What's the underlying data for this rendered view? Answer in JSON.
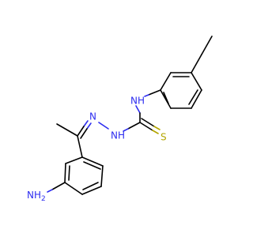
{
  "molecule": {
    "atoms": {
      "n_imine": {
        "symbol": "N",
        "color": "#2e2ef0"
      },
      "n_hydrazine": {
        "symbol": "NH",
        "color": "#2e2ef0"
      },
      "n_amide": {
        "symbol": "NH",
        "color": "#2e2ef0"
      },
      "s_thione": {
        "symbol": "S",
        "color": "#b3a500"
      },
      "n_amine": {
        "symbol": "NH",
        "subscript": "2",
        "color": "#2e2ef0"
      }
    }
  }
}
